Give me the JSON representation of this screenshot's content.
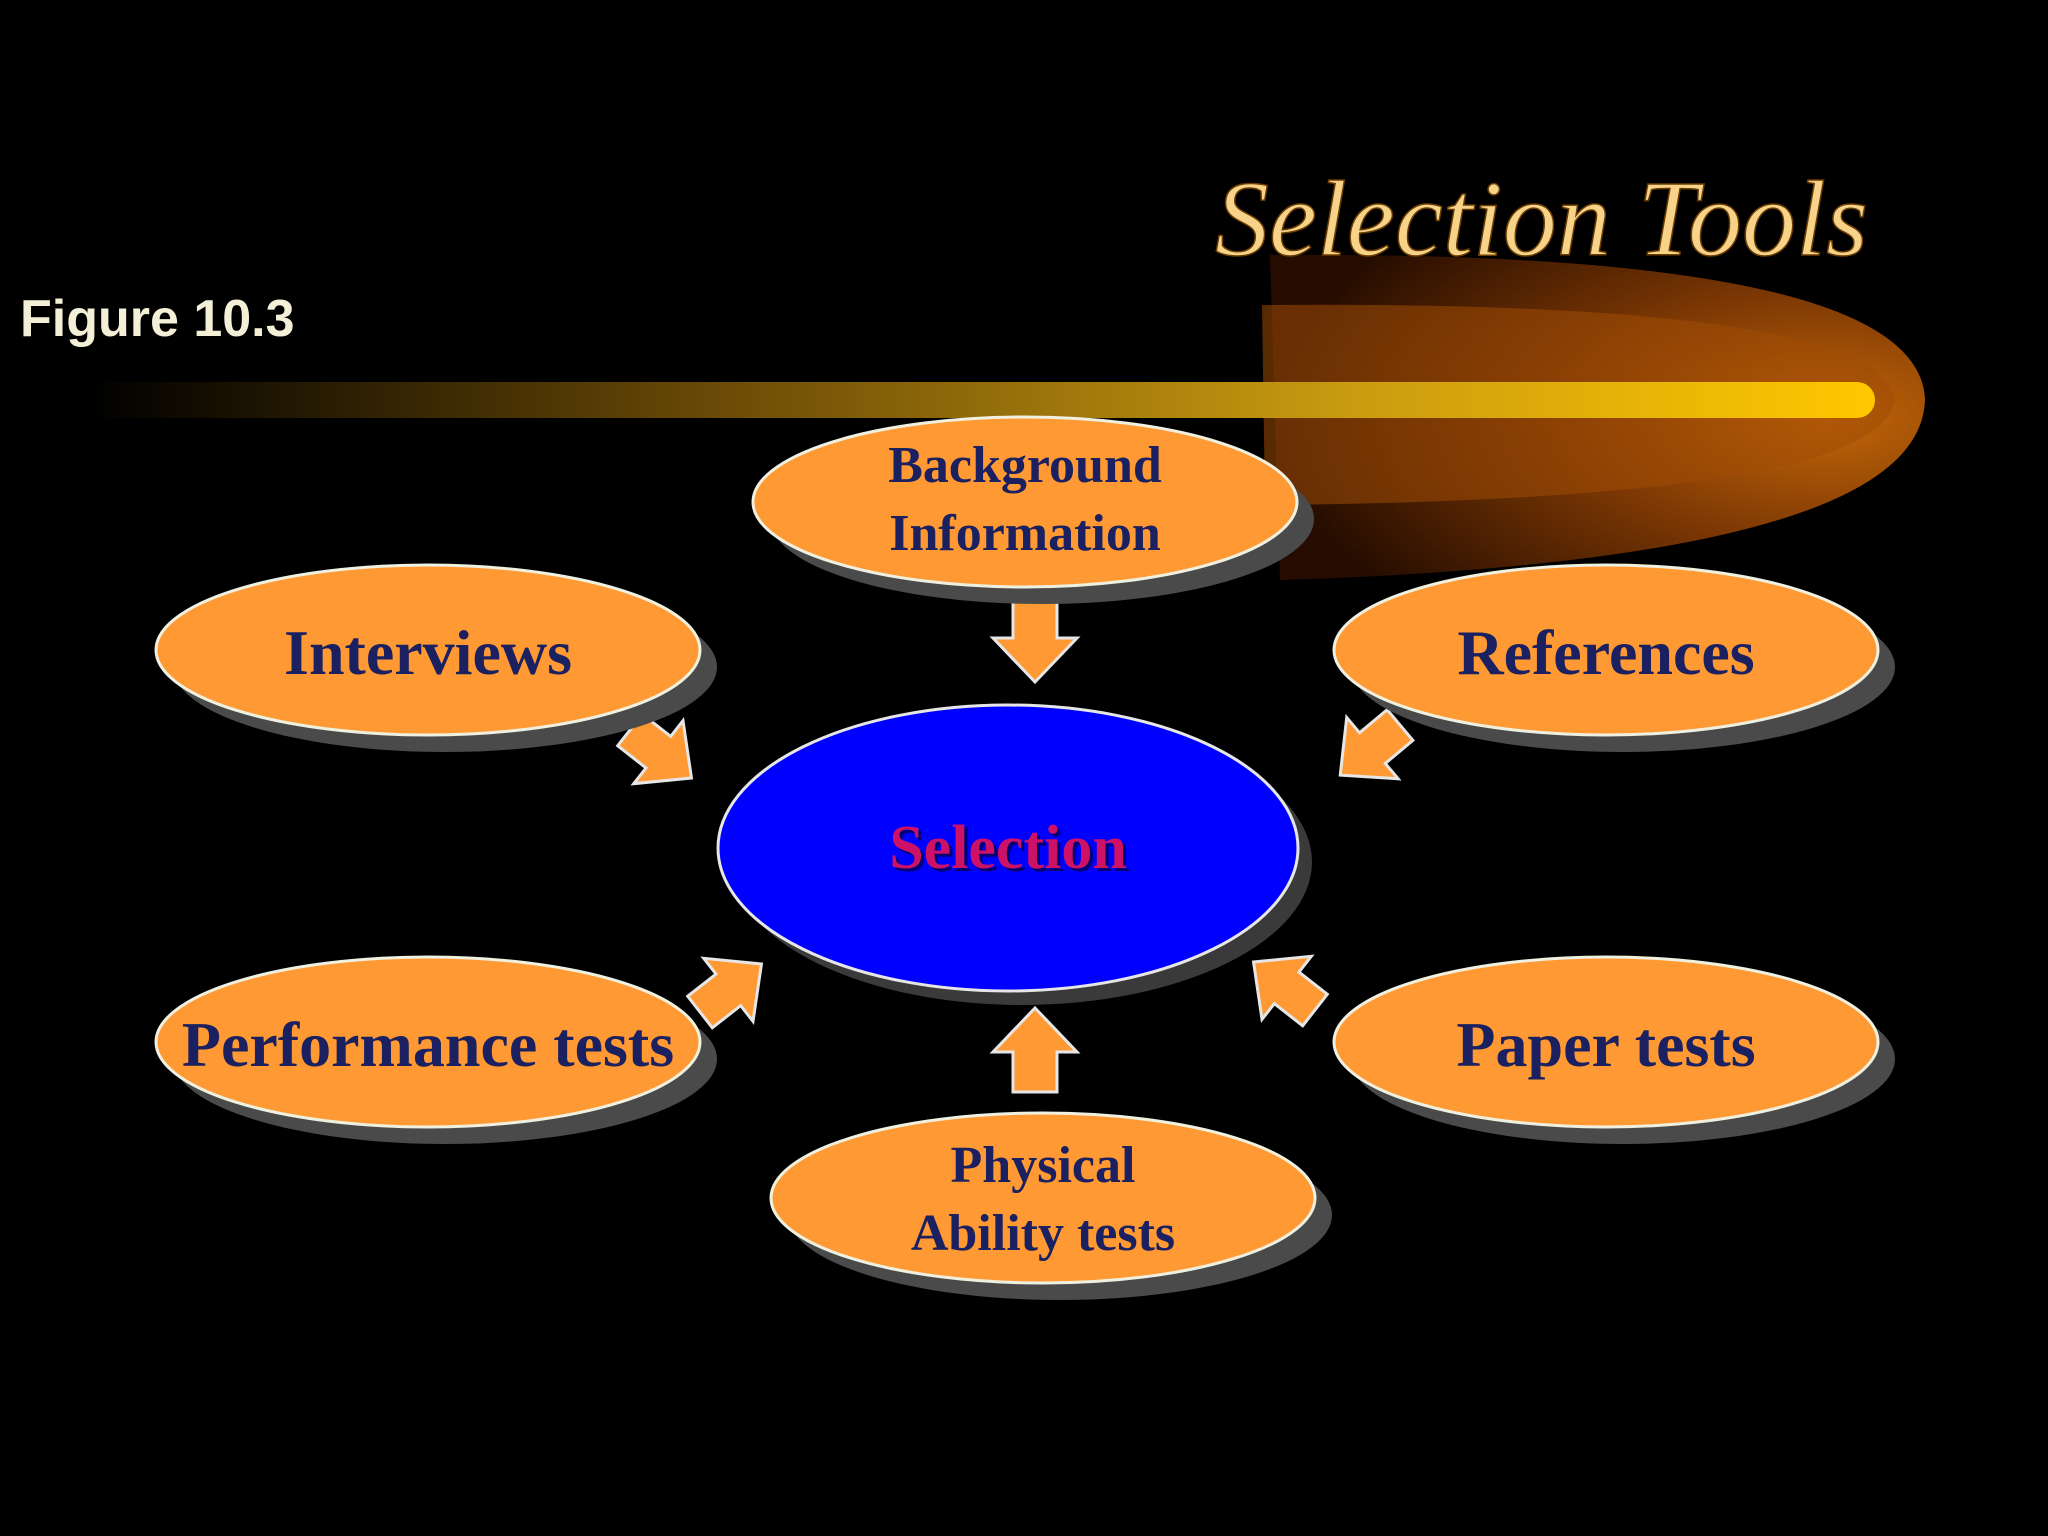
{
  "slide": {
    "title": "Selection Tools",
    "figure_label": "Figure 10.3"
  },
  "diagram": {
    "center": {
      "label": "Selection"
    },
    "nodes": {
      "background": {
        "line1": "Background",
        "line2": "Information"
      },
      "interviews": {
        "label": "Interviews"
      },
      "references": {
        "label": "References"
      },
      "performance": {
        "label": "Performance tests"
      },
      "paper": {
        "label": "Paper tests"
      },
      "physical": {
        "line1": "Physical",
        "line2": "Ability tests"
      }
    }
  },
  "colors": {
    "background": "#000000",
    "node_fill": "#ff9933",
    "node_text": "#1a2060",
    "center_fill": "#0000ff",
    "center_text": "#cc1166",
    "title": "#f7d38a",
    "accent_bar": "#f5b800"
  }
}
